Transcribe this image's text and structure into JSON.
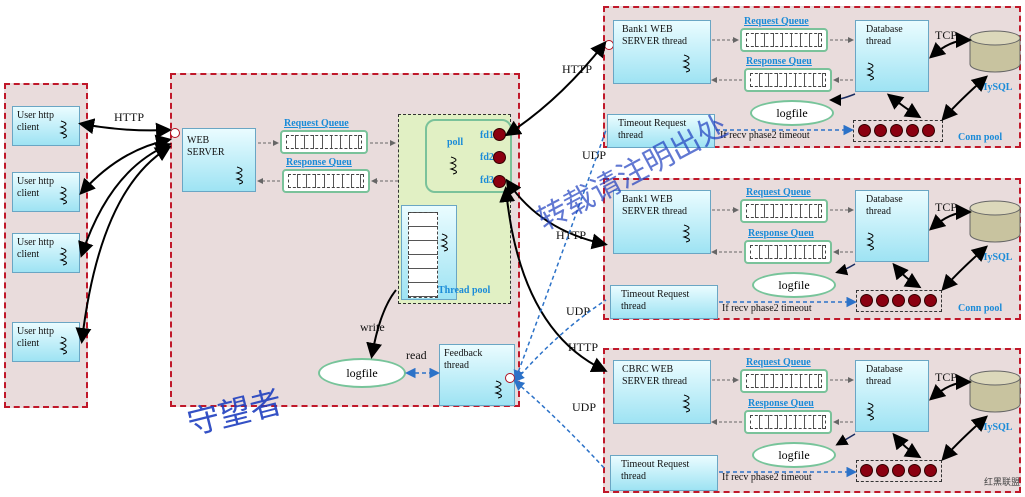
{
  "clients": {
    "labels": [
      "User http client",
      "User http client",
      "User http client",
      "User http client"
    ]
  },
  "main": {
    "http_label": "HTTP",
    "web_server": "WEB SERVER",
    "request_queue": "Request Queue",
    "response_queue": "Response Queu",
    "poll": "poll",
    "fd1": "fd1",
    "fd2": "fd2",
    "fd3": "fd3",
    "thread_pool": "Thread pool",
    "write": "write",
    "read": "read",
    "logfile": "logfile",
    "feedback_thread": "Feedback thread"
  },
  "banks": [
    {
      "server": "Bank1 WEB SERVER  thread",
      "request_queue": "Request Queue",
      "response_queue": "Response Queu",
      "database": "Database thread",
      "tcp": "TCP",
      "mysql": "MySQL",
      "logfile": "logfile",
      "timeout": "Timeout Request thread",
      "recv": "If recv phase2 timeout",
      "conn_pool": "Conn pool",
      "http": "HTTP",
      "udp": "UDP"
    },
    {
      "server": "Bank1 WEB SERVER  thread",
      "request_queue": "Request Queue",
      "response_queue": "Response Queu",
      "database": "Database thread",
      "tcp": "TCP",
      "mysql": "MySQL",
      "logfile": "logfile",
      "timeout": "Timeout Request thread",
      "recv": "If recv phase2 timeout",
      "conn_pool": "Conn pool",
      "http": "HTTP",
      "udp": "UDP"
    },
    {
      "server": "CBRC WEB SERVER  thread",
      "request_queue": "Request Queue",
      "response_queue": "Response Queu",
      "database": "Database thread",
      "tcp": "TCP",
      "mysql": "MySQL",
      "logfile": "logfile",
      "timeout": "Timeout Request thread",
      "recv": "If recv phase2 timeout",
      "conn_pool": "",
      "http": "HTTP",
      "udp": "UDP"
    }
  ],
  "watermarks": {
    "left": "守望者",
    "right": "转载请注明出处",
    "logo_text": "红黑联盟"
  },
  "colors": {
    "region_border": "#c0182a",
    "region_fill": "#e9dcdc",
    "box_fill": "#9ee3f3",
    "queue_border": "#7ac29a",
    "label_blue": "#1a8bd8",
    "arrow_blue": "#2c72c8",
    "pool_fill": "#e1f0c4",
    "node_red": "#8b0010"
  }
}
